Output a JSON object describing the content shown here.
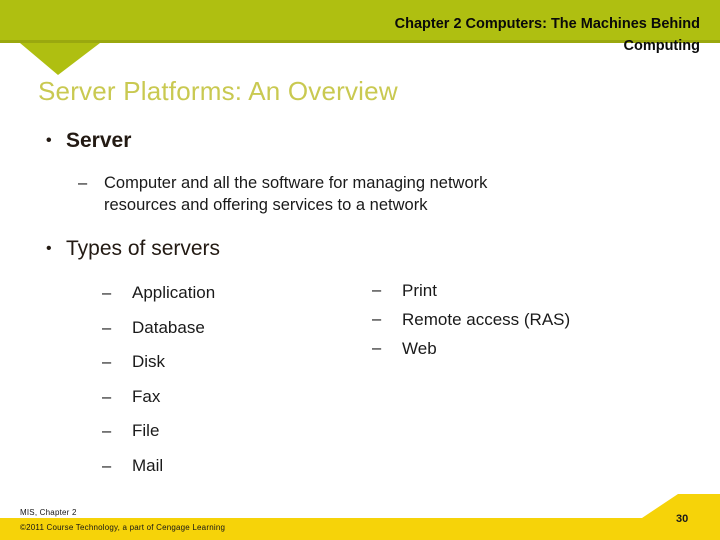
{
  "header": {
    "chapter_title_line1": "Chapter 2 Computers: The Machines Behind",
    "chapter_title_line2": "Computing",
    "band_color": "#afbf11"
  },
  "slide": {
    "title": "Server Platforms: An Overview",
    "title_color": "#c9c951"
  },
  "content": {
    "bullet_marker": "•",
    "dash_marker": "–",
    "server": {
      "label": "Server",
      "definition_line1": "Computer and all the software for managing network",
      "definition_line2": "resources and offering services to a network"
    },
    "types": {
      "label": "Types of servers",
      "left_column": [
        "Application",
        "Database",
        "Disk",
        "Fax",
        "File",
        "Mail"
      ],
      "right_column": [
        "Print",
        "Remote access (RAS)",
        "Web"
      ]
    }
  },
  "footer": {
    "source": "MIS, Chapter 2",
    "copyright": "©2011 Course Technology, a part of Cengage Learning",
    "page_number": "30",
    "band_color": "#f6d309"
  }
}
